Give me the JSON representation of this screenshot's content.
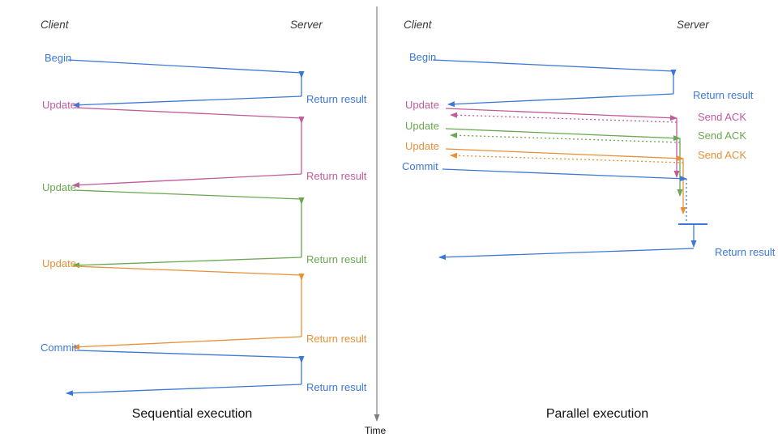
{
  "colors": {
    "blue": "#3c78d8",
    "pink": "#c25a9b",
    "green": "#6aa84f",
    "orange": "#e69138",
    "axis_gray": "#7f7f7f",
    "header_text": "#3a3a3a"
  },
  "time_axis": {
    "label": "Time"
  },
  "left_panel": {
    "caption": "Sequential execution",
    "client_header": "Client",
    "server_header": "Server",
    "calls": [
      {
        "label": "Begin",
        "color": "#3c78d8",
        "response": "Return result"
      },
      {
        "label": "Update",
        "color": "#c25a9b",
        "response": "Return result"
      },
      {
        "label": "Update",
        "color": "#6aa84f",
        "response": "Return result"
      },
      {
        "label": "Update",
        "color": "#e69138",
        "response": "Return result"
      },
      {
        "label": "Commit",
        "color": "#3c78d8",
        "response": "Return result"
      }
    ]
  },
  "right_panel": {
    "caption": "Parallel execution",
    "client_header": "Client",
    "server_header": "Server",
    "calls": [
      {
        "label": "Begin",
        "color": "#3c78d8",
        "response": "Return result"
      },
      {
        "label": "Update",
        "color": "#c25a9b",
        "response": "Send ACK"
      },
      {
        "label": "Update",
        "color": "#6aa84f",
        "response": "Send ACK"
      },
      {
        "label": "Update",
        "color": "#e69138",
        "response": "Send ACK"
      },
      {
        "label": "Commit",
        "color": "#3c78d8",
        "response": "Return result"
      }
    ]
  }
}
